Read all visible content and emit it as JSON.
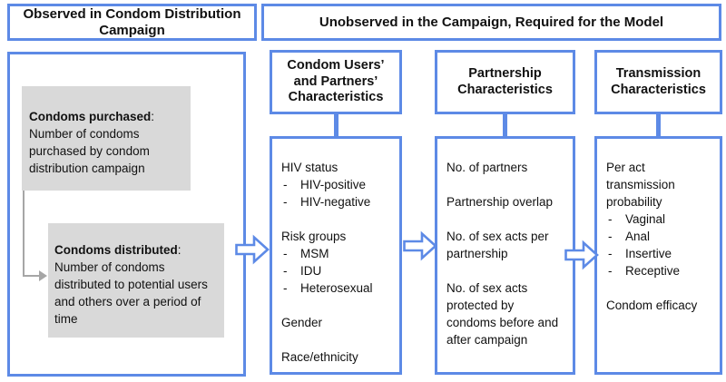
{
  "colors": {
    "accent_blue": "#5d8ae6",
    "gray_fill": "#d9d9d9",
    "gray_arrow": "#a6a6a6"
  },
  "bullet": "-",
  "top_headers": {
    "left_lines": [
      "Observed in Condom Distribution",
      "Campaign"
    ],
    "right": "Unobserved in the Campaign, Required for the Model"
  },
  "observed_panel": {
    "condoms_purchased": {
      "title": "Condoms purchased",
      "colon": ":",
      "body": "Number of condoms purchased by condom distribution campaign"
    },
    "condoms_distributed": {
      "title": "Condoms distributed",
      "colon": ":",
      "body": "Number of condoms distributed to potential users and others over a period of time"
    }
  },
  "columns": [
    {
      "title_lines": [
        "Condom Users’",
        "and Partners’",
        "Characteristics"
      ],
      "groups": [
        {
          "head": "HIV status",
          "bullets": [
            "HIV-positive",
            "HIV-negative"
          ]
        },
        {
          "head": "Risk groups",
          "bullets": [
            "MSM",
            "IDU",
            "Heterosexual"
          ]
        },
        {
          "head": "Gender",
          "bullets": []
        },
        {
          "head": "Race/ethnicity",
          "bullets": []
        }
      ]
    },
    {
      "title_lines": [
        "Partnership",
        "Characteristics"
      ],
      "groups": [
        {
          "head": "No. of partners",
          "bullets": []
        },
        {
          "head": "Partnership overlap",
          "bullets": []
        },
        {
          "head": "No. of sex acts per partnership",
          "bullets": []
        },
        {
          "head": "No. of sex acts protected by condoms before and after campaign",
          "bullets": []
        }
      ]
    },
    {
      "title_lines": [
        "Transmission",
        "Characteristics"
      ],
      "groups": [
        {
          "head": "Per act transmission probability",
          "bullets": [
            "Vaginal",
            "Anal",
            "Insertive",
            "Receptive"
          ]
        },
        {
          "head": "Condom efficacy",
          "bullets": []
        }
      ]
    }
  ]
}
